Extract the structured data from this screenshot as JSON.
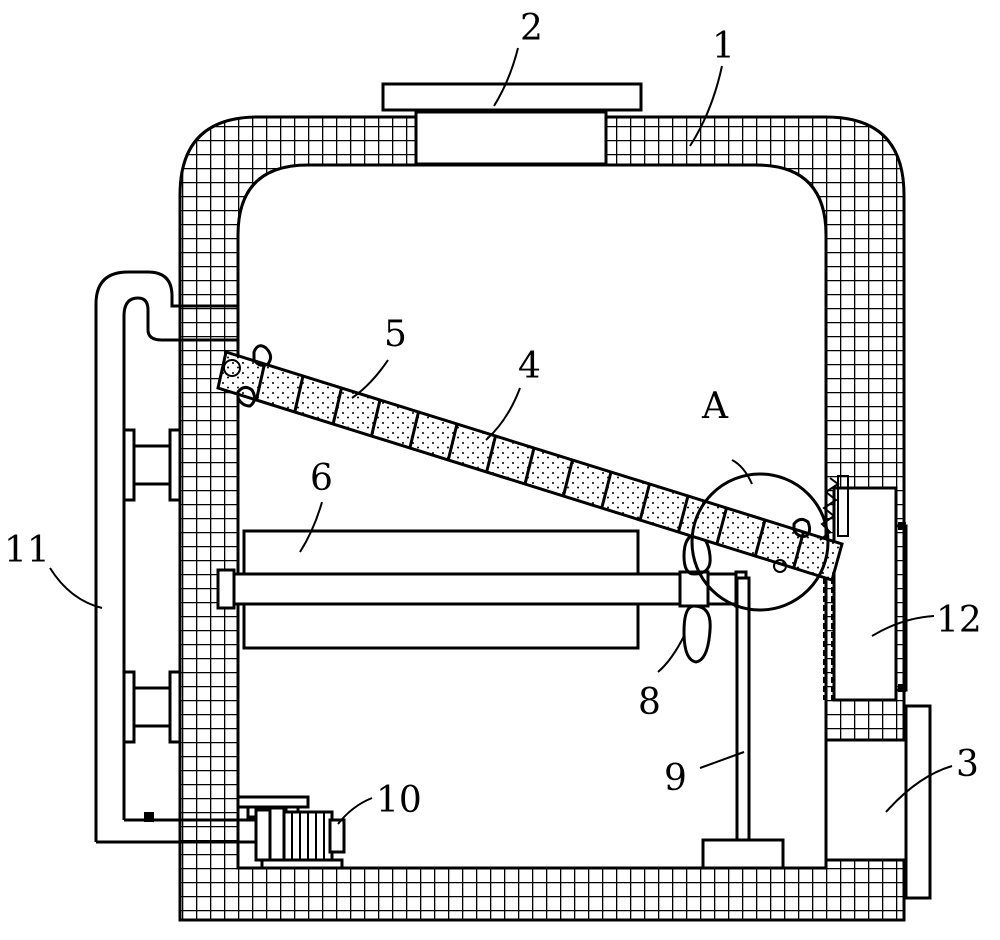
{
  "labels": {
    "housing": "1",
    "inlet": "2",
    "door": "3",
    "screen": "4",
    "mesh": "5",
    "roller": "6",
    "A": "A",
    "cam": "8",
    "support": "9",
    "pump": "10",
    "pipe": "11",
    "panel": "12"
  },
  "colors": {
    "ink": "#000000",
    "paper": "#ffffff"
  }
}
